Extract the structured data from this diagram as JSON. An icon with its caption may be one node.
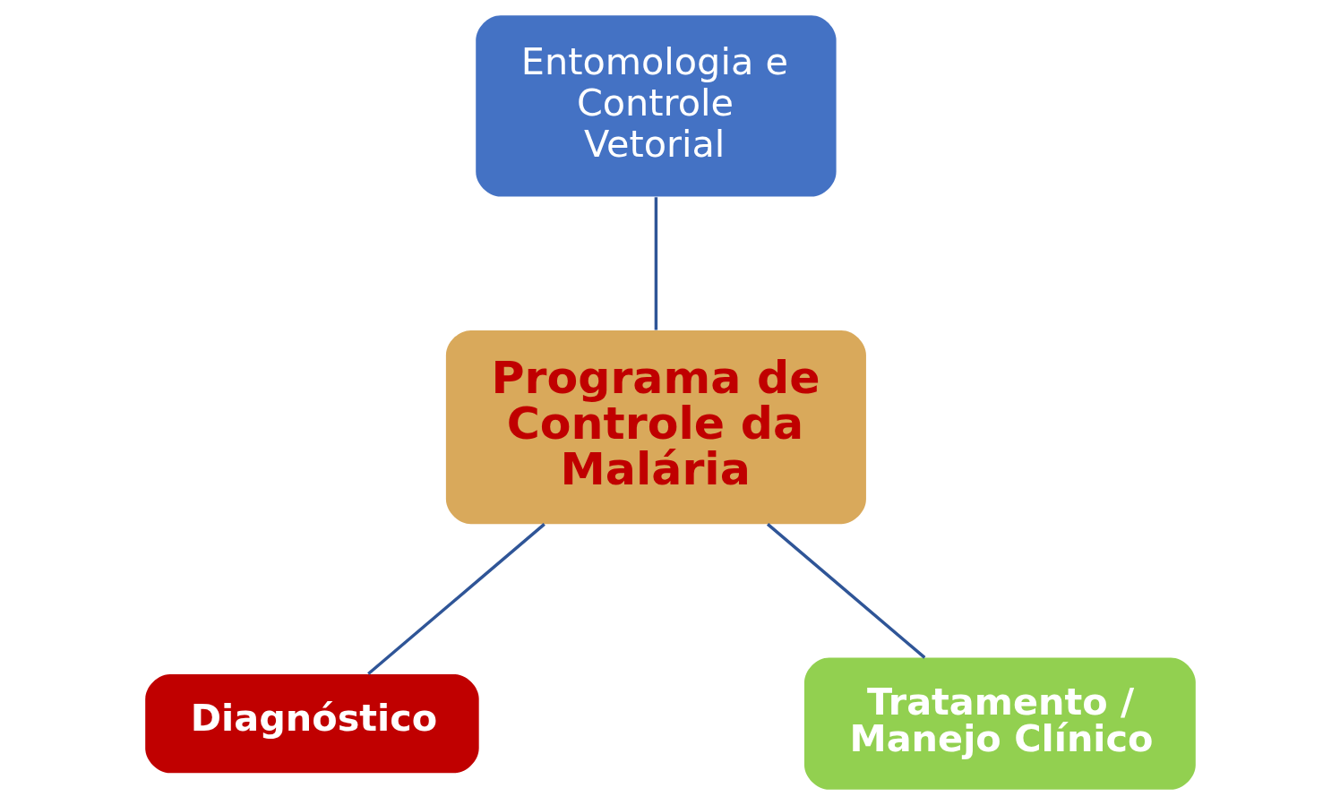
{
  "diagram": {
    "nodes": [
      {
        "text": [
          "Entomologia e Controle Vetorial"
        ]
      },
      {
        "text": [
          "Programa de Controle da Malária"
        ]
      },
      {
        "text": [
          "Diagnóstico"
        ]
      },
      {
        "text": [
          "Tratamento / Manejo Clínico"
        ]
      }
    ],
    "edges": [
      {
        "from": 0,
        "to": 1,
        "arrow": "none"
      },
      {
        "from": 1,
        "to": 2,
        "arrow": "none"
      },
      {
        "from": 1,
        "to": 3,
        "arrow": "none"
      }
    ]
  }
}
